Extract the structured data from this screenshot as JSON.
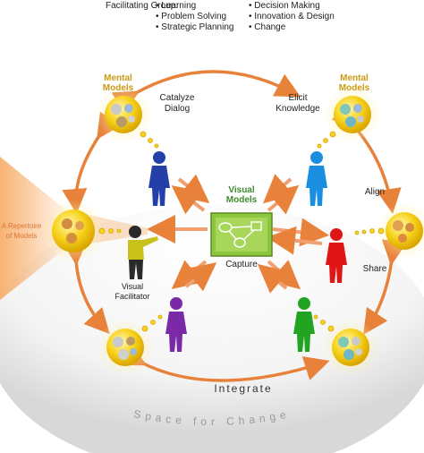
{
  "header": {
    "group_label": "Facilitating Group:",
    "col1": [
      "• Learning",
      "• Problem Solving",
      "• Strategic Planning"
    ],
    "col2": [
      "• Decision Making",
      "• Innovation & Design",
      "• Change"
    ]
  },
  "labels": {
    "mental_models": "Mental Models",
    "catalyze_dialog": "Catalyze Dialog",
    "elicit_knowledge": "Elicit Knowledge",
    "align": "Align",
    "share": "Share",
    "repertoire": "A Repertoire of Models",
    "visual_models": "Visual Models",
    "capture": "Capture",
    "visual_facilitator": "Visual Facilitator",
    "integrate": "Integrate",
    "space_for_change": "Space for Change"
  },
  "colors": {
    "orange": "#e8813a",
    "gold": "#f2c400",
    "gold_text": "#c99a12",
    "dark_blue": "#2440a8",
    "light_blue": "#1a8ee0",
    "red": "#e01616",
    "purple": "#7a2aa6",
    "green": "#22a322",
    "black_figure": "#2a2a2a",
    "board_green": "#8cc63f"
  }
}
